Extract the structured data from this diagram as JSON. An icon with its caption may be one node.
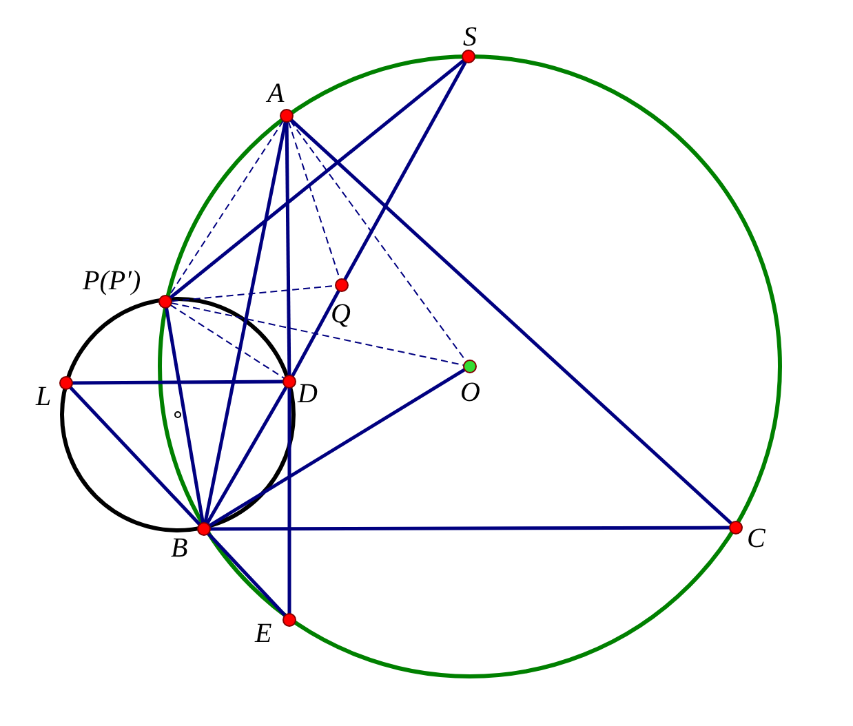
{
  "diagram": {
    "nodes": [
      {
        "text": [
          "S"
        ]
      },
      {
        "text": [
          "A"
        ]
      },
      {
        "text": [
          "P(P′)"
        ]
      },
      {
        "text": [
          "Q"
        ]
      },
      {
        "text": [
          "L"
        ]
      },
      {
        "text": [
          "D"
        ]
      },
      {
        "text": [
          "O"
        ]
      },
      {
        "text": [
          "B"
        ]
      },
      {
        "text": [
          "C"
        ]
      },
      {
        "text": [
          "E"
        ]
      }
    ],
    "edges": [
      {
        "from": 1,
        "to": 8,
        "arrow": "none"
      },
      {
        "from": 1,
        "to": 5,
        "arrow": "none"
      },
      {
        "from": 5,
        "to": 9,
        "arrow": "none"
      },
      {
        "from": 0,
        "to": 3,
        "arrow": "none"
      },
      {
        "from": 3,
        "to": 5,
        "arrow": "none"
      },
      {
        "from": 5,
        "to": 7,
        "arrow": "none"
      },
      {
        "from": 2,
        "to": 0,
        "arrow": "none"
      },
      {
        "from": 2,
        "to": 7,
        "arrow": "none"
      },
      {
        "from": 4,
        "to": 5,
        "arrow": "none"
      },
      {
        "from": 4,
        "to": 7,
        "arrow": "none"
      },
      {
        "from": 7,
        "to": 6,
        "arrow": "none"
      },
      {
        "from": 7,
        "to": 8,
        "arrow": "none"
      },
      {
        "from": 7,
        "to": 9,
        "arrow": "none"
      },
      {
        "from": 1,
        "to": 7,
        "arrow": "none"
      },
      {
        "from": 1,
        "to": 2,
        "arrow": "none",
        "style": "dashed"
      },
      {
        "from": 1,
        "to": 3,
        "arrow": "none",
        "style": "dashed"
      },
      {
        "from": 1,
        "to": 6,
        "arrow": "none",
        "style": "dashed"
      },
      {
        "from": 2,
        "to": 3,
        "arrow": "none",
        "style": "dashed"
      },
      {
        "from": 2,
        "to": 6,
        "arrow": "none",
        "style": "dashed"
      },
      {
        "from": 2,
        "to": 5,
        "arrow": "none",
        "style": "dashed"
      }
    ]
  }
}
